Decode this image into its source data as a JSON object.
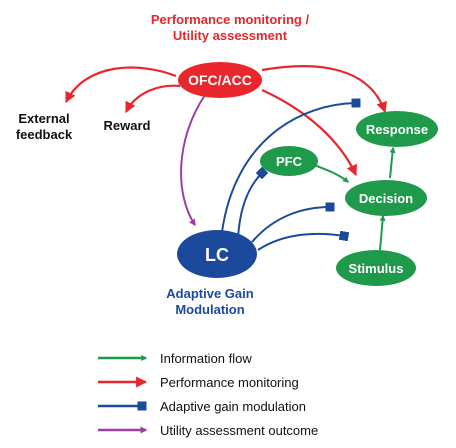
{
  "colors": {
    "red": "#e8262b",
    "green": "#1f9a4b",
    "blue": "#1b4a9c",
    "purple": "#9b3fa3",
    "white": "#ffffff",
    "black": "#111111"
  },
  "title": {
    "line1": "Performance monitoring /",
    "line2": "Utility assessment"
  },
  "nodes": {
    "ofc_acc": "OFC/ACC",
    "response": "Response",
    "pfc": "PFC",
    "decision": "Decision",
    "stimulus": "Stimulus",
    "lc": "LC"
  },
  "labels": {
    "external_feedback_1": "External",
    "external_feedback_2": "feedback",
    "reward": "Reward",
    "adaptive_gain_1": "Adaptive Gain",
    "adaptive_gain_2": "Modulation"
  },
  "legend": [
    {
      "label": "Information flow",
      "color": "green",
      "head": "arrow"
    },
    {
      "label": "Performance monitoring",
      "color": "red",
      "head": "triangle"
    },
    {
      "label": "Adaptive gain modulation",
      "color": "blue",
      "head": "square"
    },
    {
      "label": "Utility assessment outcome",
      "color": "purple",
      "head": "arrow"
    }
  ]
}
